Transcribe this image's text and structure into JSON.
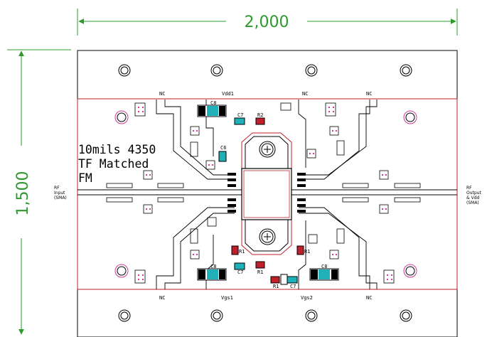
{
  "dimensions": {
    "width_label": "2,000",
    "height_label": "1,500"
  },
  "board_notes": [
    "10mils 4350",
    "TF Matched",
    "FM"
  ],
  "side_labels": {
    "left": [
      "RF",
      "Input",
      "(SMA)"
    ],
    "right": [
      "RF",
      "Output",
      "& Vdd",
      "(SMA)"
    ]
  },
  "pin_labels": {
    "top": [
      "NC",
      "Vdd1",
      "NC",
      "NC"
    ],
    "bottom": [
      "NC",
      "Vgs1",
      "Vgs2",
      "NC"
    ]
  },
  "component_labels": {
    "c8_top": "C8",
    "c7_top": "C7",
    "r2_top": "R2",
    "c6": "C6",
    "c8_bl": "C8",
    "c7_bl": "C7",
    "r1_bl": "R1",
    "r1_bl2": "R1",
    "r1_bm": "R1",
    "c7_bm": "C7",
    "c8_br": "C8",
    "r1_br": "R1"
  },
  "colors": {
    "dimension": "#2e9a2e",
    "outline": "#c0202a",
    "cap_fill": "#1fb0b8",
    "resistor_fill": "#c0202a",
    "via": "#d03a9a",
    "pad": "#000000"
  }
}
